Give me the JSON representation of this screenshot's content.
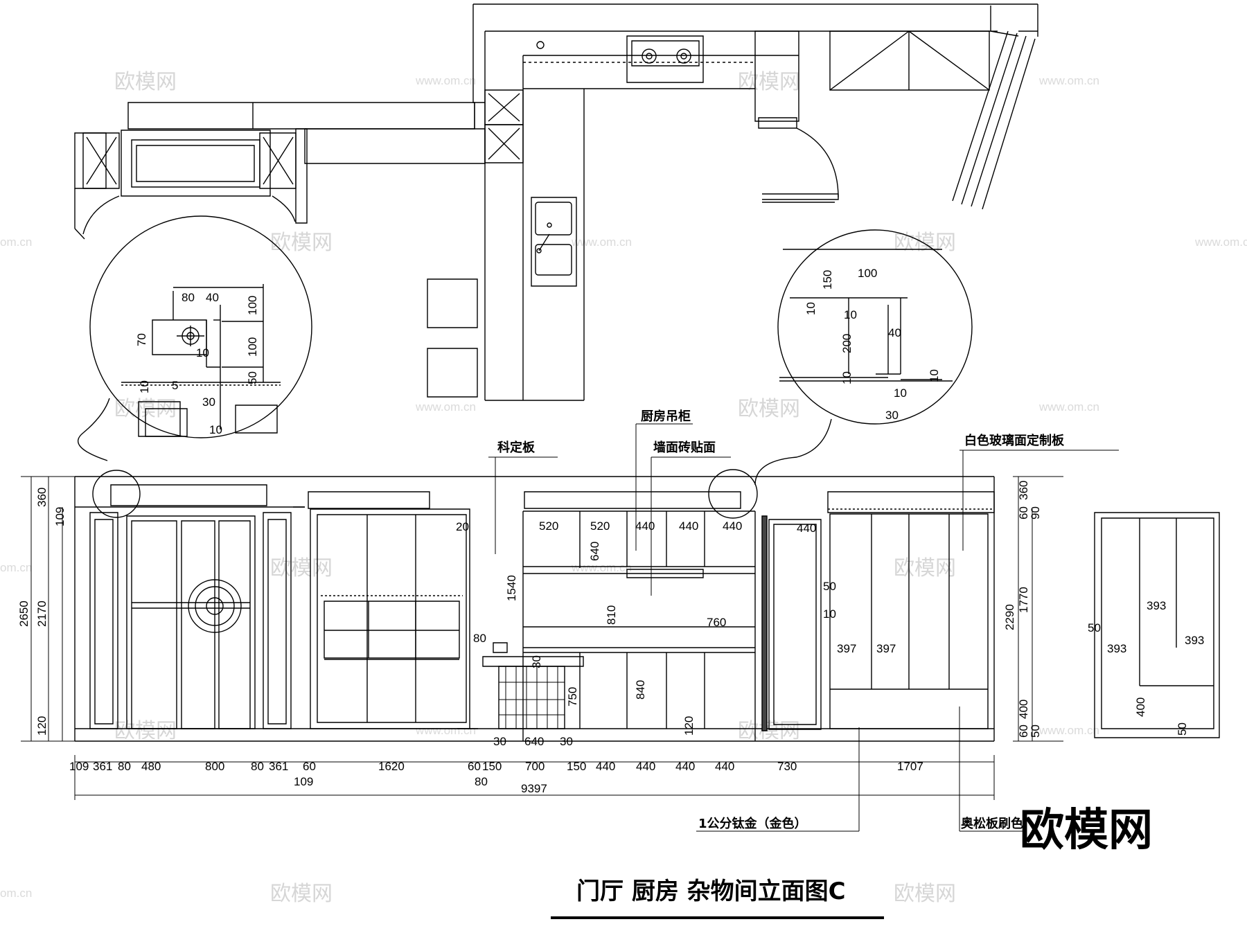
{
  "title": "门厅  厨房  杂物间立面图C",
  "brand": "欧模网",
  "watermarks": {
    "cn": "欧模网",
    "url": "www.om.cn",
    "short": "om.cn"
  },
  "callouts": {
    "keding": "科定板",
    "diaogui": "厨房吊柜",
    "qiangmian": "墙面砖贴面",
    "baise": "白色玻璃面定制板",
    "taijin": "1公分钛金（金色）",
    "aosong": "奥松板刷色"
  },
  "bottom_dims": [
    "109",
    "361",
    "80",
    "480",
    "800",
    "80",
    "361",
    "60",
    "1620",
    "60",
    "150",
    "700",
    "150",
    "440",
    "440",
    "440",
    "440",
    "730",
    "1707"
  ],
  "sub_dims": {
    "a": "109",
    "b": "80"
  },
  "total_dim": "9397",
  "left_dims": [
    "360",
    "109",
    "2650",
    "2170",
    "120"
  ],
  "right_dims": [
    "60",
    "360",
    "90",
    "2290",
    "1770",
    "400",
    "60",
    "50"
  ],
  "wall_dims": [
    "520",
    "520",
    "440",
    "440",
    "440",
    "440",
    "640",
    "1540",
    "810",
    "760",
    "840",
    "750",
    "640",
    "30",
    "30",
    "80",
    "30",
    "120",
    "20"
  ],
  "cabinet_dims": [
    "397",
    "397",
    "50",
    "10"
  ],
  "side_dims": [
    "393",
    "393",
    "393",
    "400",
    "50",
    "50"
  ],
  "detail_left": [
    "80",
    "40",
    "100",
    "100",
    "50",
    "70",
    "10",
    "10",
    "5",
    "30",
    "10"
  ],
  "detail_right": [
    "100",
    "150",
    "10",
    "10",
    "40",
    "200",
    "10",
    "10",
    "10",
    "30"
  ]
}
